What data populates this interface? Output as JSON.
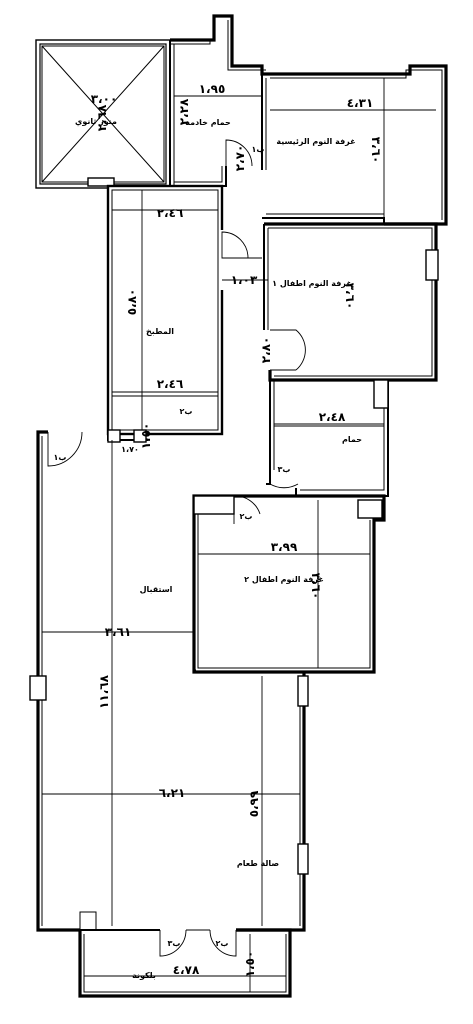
{
  "rooms": {
    "light_well": "منور ثانوي",
    "service_bath": "حمام خادمة",
    "master_bedroom": "غرفة النوم الرئيسية",
    "kids_bedroom_1": "غرفة النوم اطفال ١",
    "kitchen": "المطبخ",
    "bath": "حمام",
    "kids_bedroom_2": "غرفة النوم اطفال ٢",
    "reception": "استقبال",
    "dining_hall": "صالة طعام",
    "balcony": "بلكونة"
  },
  "dimensions": {
    "light_well": "٣،٠٠",
    "light_well_v": "٢،٦٨",
    "service_bath_w": "١،٩٥",
    "service_bath_h": "٢،٢٨",
    "service_bath_door": "٢،٧٠",
    "master_w": "٤،٣١",
    "master_h": "٣،٦٠",
    "kids1_door": "١،٠٣",
    "kids1_h": "٣،٦٠",
    "kids1_v": "٢،٨٠",
    "kitchen_w": "٢،٤٦",
    "kitchen_h": "٥،٨٠",
    "kitchen_bottom": "٢،٤٦",
    "passage": "١،٧٠",
    "passage_v": "١،٥٠",
    "bath_w": "٢،٤٨",
    "kids2_w": "٣،٩٩",
    "kids2_h": "٣،٦٠",
    "reception_w": "٣،٦١",
    "reception_h": "١١،٦٨",
    "dining_w": "٦،٢١",
    "dining_h": "٥،٩٩",
    "balcony_w": "٤،٧٨",
    "balcony_h": "١،٥٠"
  },
  "doors": {
    "d1": "ب٢",
    "d2": "ب٢",
    "d3": "ب٣",
    "d4": "ب٣",
    "d5": "ب٢",
    "d6": "ب١",
    "d7": "ب١"
  }
}
